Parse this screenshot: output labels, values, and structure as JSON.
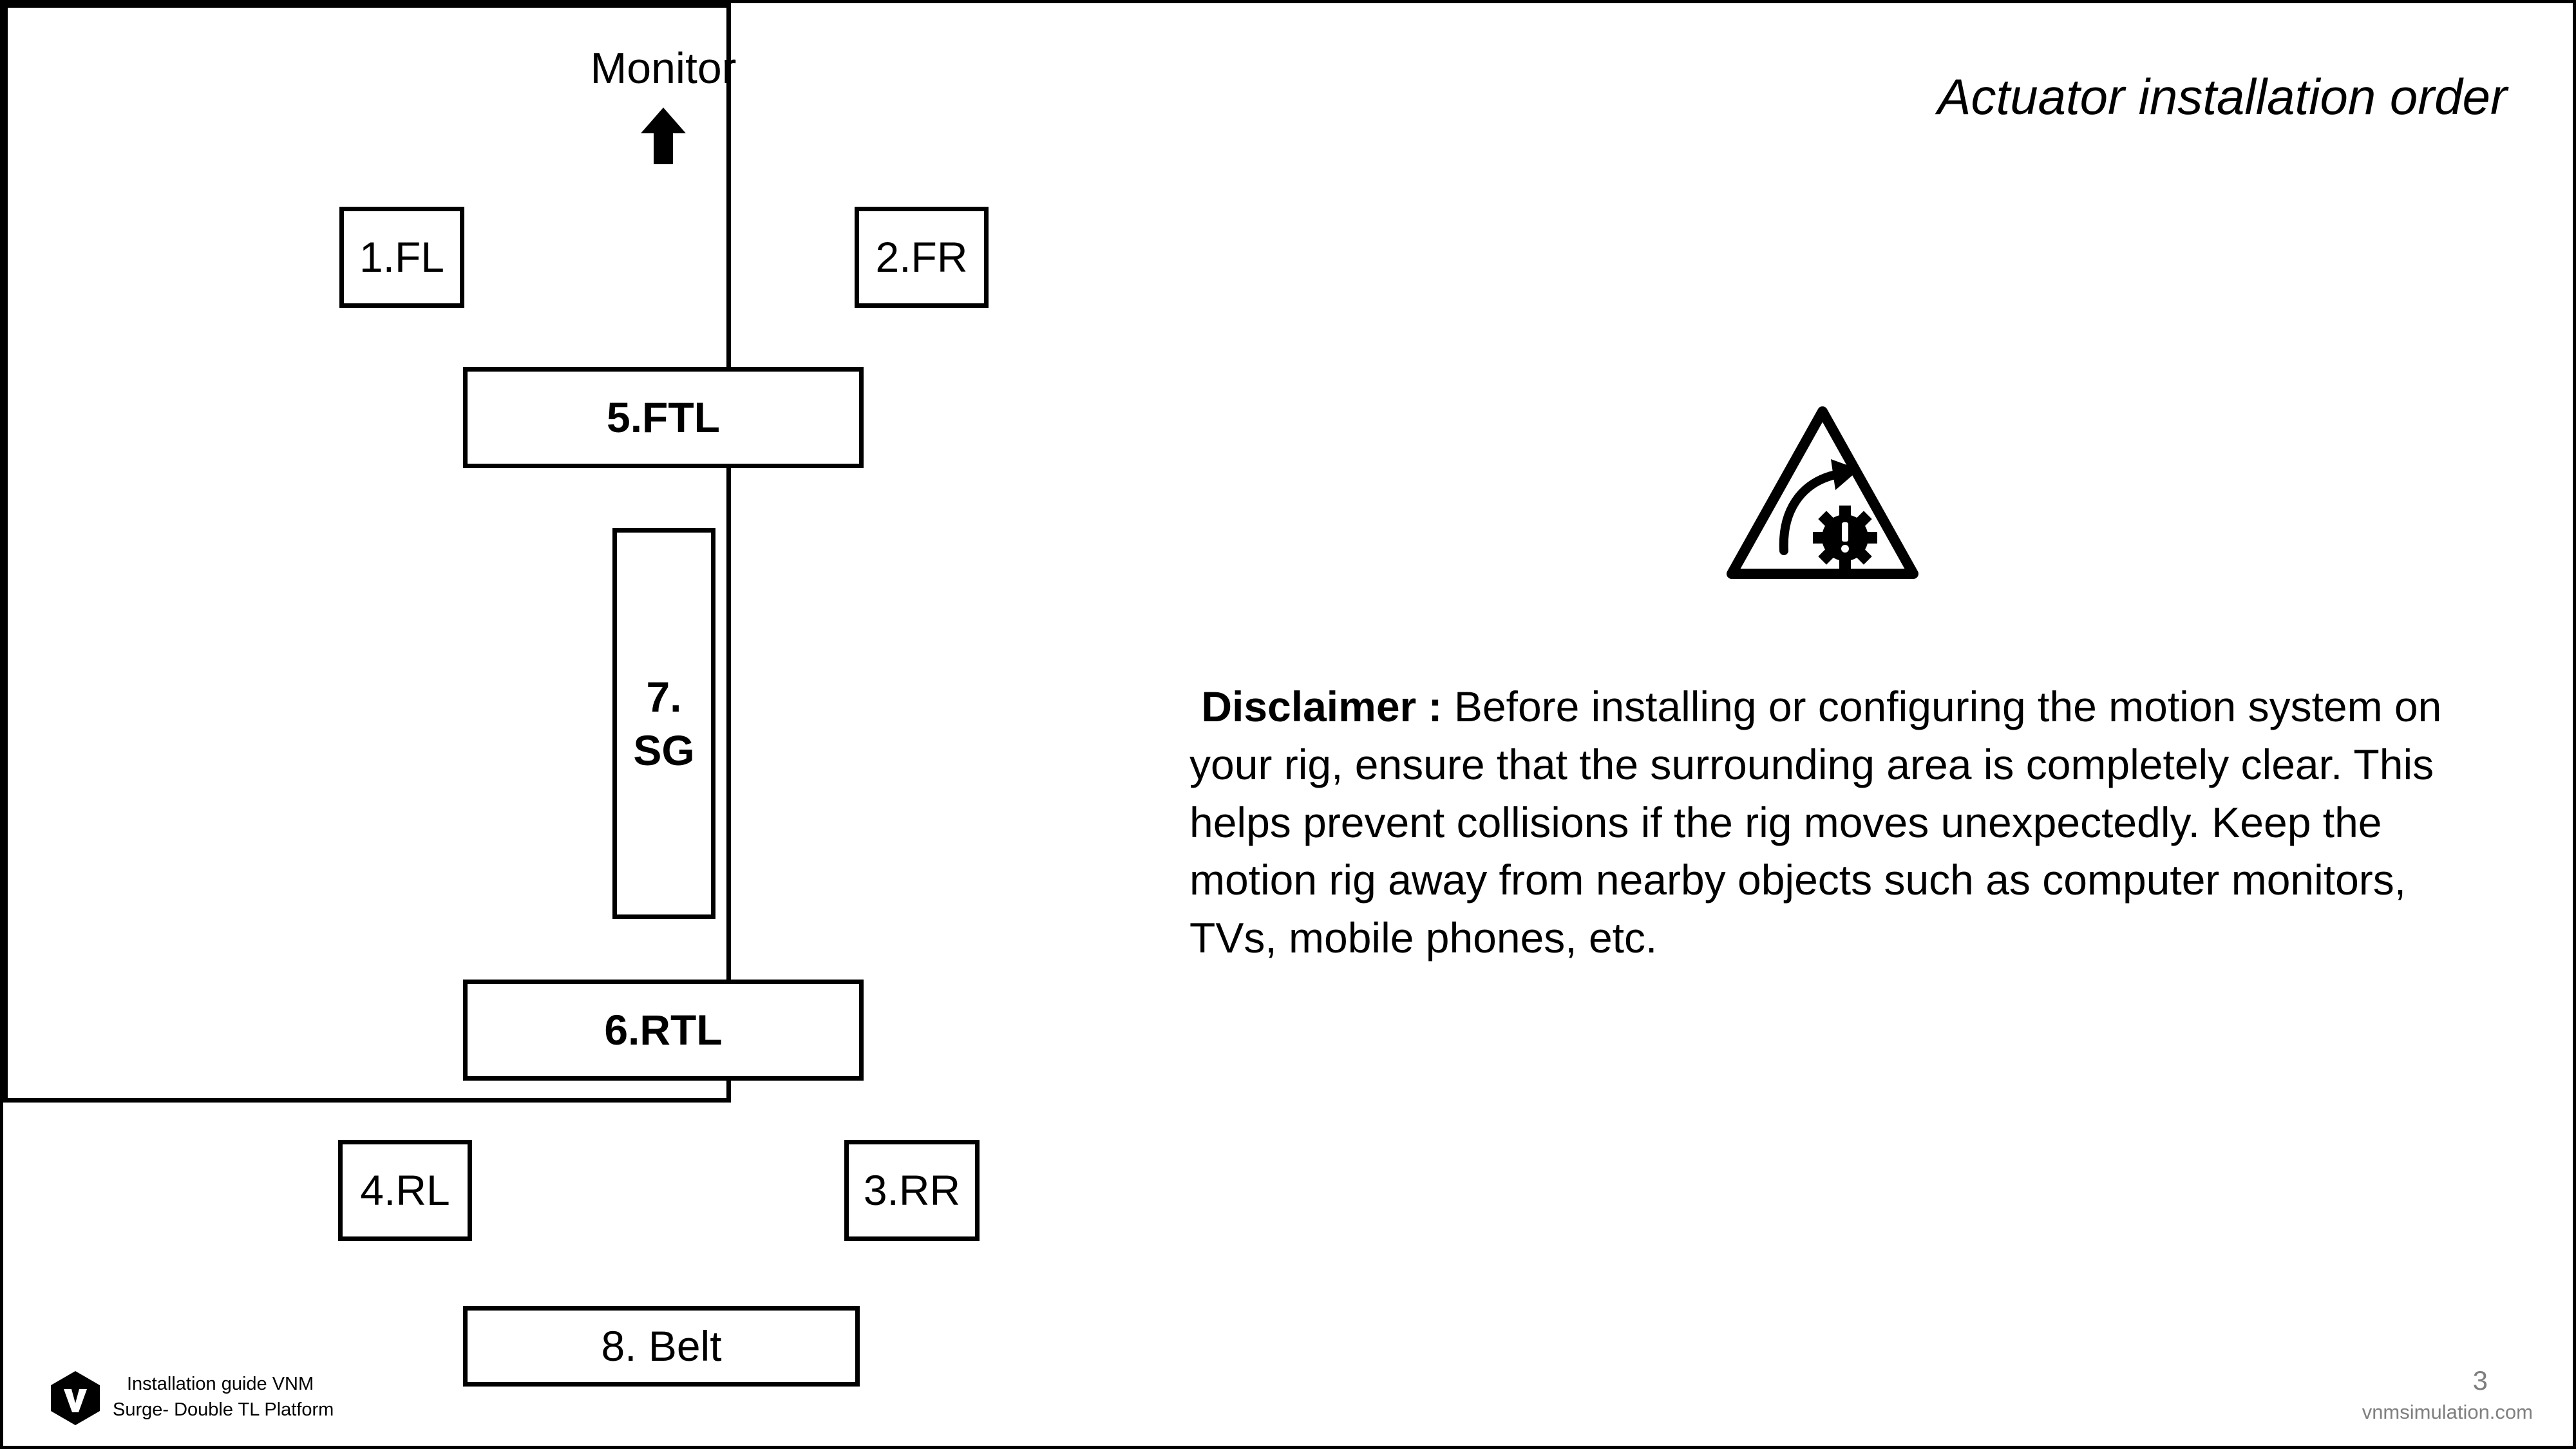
{
  "slide": {
    "title": "Actuator installation order",
    "monitor_label": "Monitor",
    "actuators": {
      "fl": "1.FL",
      "fr": "2.FR",
      "ftl": "5.FTL",
      "sg_line1": "7.",
      "sg_line2": "SG",
      "rtl": "6.RTL",
      "rl": "4.RL",
      "rr": "3.RR",
      "belt": "8. Belt"
    },
    "disclaimer": {
      "label": "Disclaimer :",
      "text": "Before installing or configuring the motion system on your rig, ensure that the surrounding area is completely clear. This helps prevent collisions if the rig moves unexpectedly. Keep the motion rig away from nearby objects such as computer monitors, TVs, mobile phones, etc."
    },
    "warning_icon": "moving-parts-warning-icon"
  },
  "footer": {
    "guide_line1": "Installation guide VNM",
    "guide_line2": "Surge- Double TL Platform",
    "page_number": "3",
    "website": "vnmsimulation.com",
    "logo_icon": "vnm-logo-icon"
  },
  "colors": {
    "ink": "#000000",
    "muted": "#7f7f7f",
    "background": "#ffffff"
  }
}
